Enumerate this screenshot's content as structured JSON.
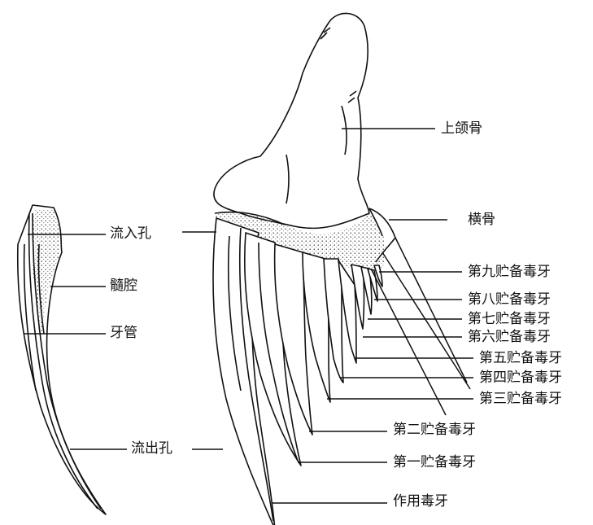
{
  "figure": {
    "labels": {
      "maxilla": "上颌骨",
      "transverse_bone": "横骨",
      "reserve_fang_9": "第九贮备毒牙",
      "reserve_fang_8": "第八贮备毒牙",
      "reserve_fang_7": "第七贮备毒牙",
      "reserve_fang_6": "第六贮备毒牙",
      "reserve_fang_5": "第五贮备毒牙",
      "reserve_fang_4": "第四贮备毒牙",
      "reserve_fang_3": "第三贮备毒牙",
      "reserve_fang_2": "第二贮备毒牙",
      "reserve_fang_1": "第一贮备毒牙",
      "functional_fang": "作用毒牙",
      "inflow_hole": "流入孔",
      "pulp_cavity": "髓腔",
      "tooth_canal": "牙管",
      "outflow_hole": "流出孔"
    }
  }
}
